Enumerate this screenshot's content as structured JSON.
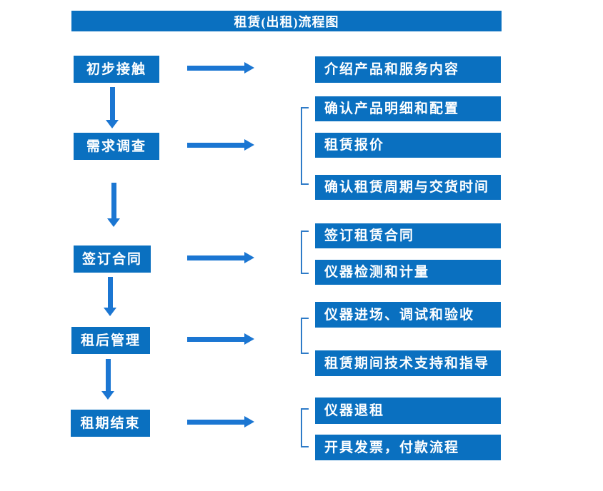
{
  "title": "租赁(出租)流程图",
  "colors": {
    "box_blue": "#0a70c0",
    "arrow_blue": "#1b76d2",
    "bracket_blue": "#2e7bc8",
    "text_white": "#ffffff",
    "page_bg": "#ffffff"
  },
  "stages": [
    {
      "label": "初步接触",
      "outputs": [
        "介绍产品和服务内容"
      ]
    },
    {
      "label": "需求调查",
      "outputs": [
        "确认产品明细和配置",
        "租赁报价",
        "确认租赁周期与交货时间"
      ]
    },
    {
      "label": "签订合同",
      "outputs": [
        "签订租赁合同",
        "仪器检测和计量"
      ]
    },
    {
      "label": "租后管理",
      "outputs": [
        "仪器进场、调试和验收",
        "租赁期间技术支持和指导"
      ]
    },
    {
      "label": "租期结束",
      "outputs": [
        "仪器退租",
        "开具发票，付款流程"
      ]
    }
  ]
}
